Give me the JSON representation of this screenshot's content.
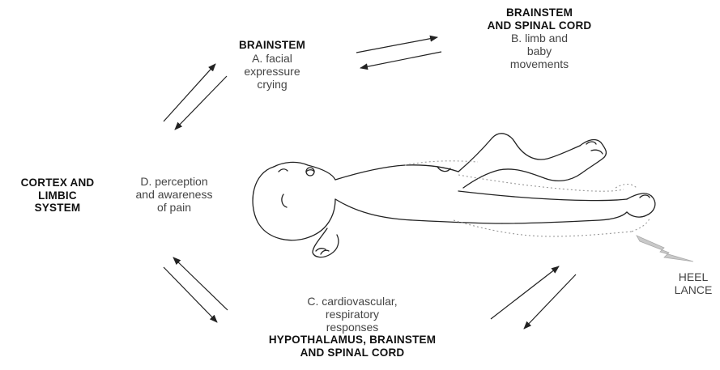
{
  "diagram": {
    "brainstem": {
      "heading": "BRAINSTEM",
      "lines": [
        "A. facial",
        "expressure",
        "crying"
      ]
    },
    "brainstem_spinal": {
      "heading_lines": [
        "BRAINSTEM",
        "AND SPINAL CORD"
      ],
      "lines": [
        "B. limb and",
        "baby",
        "movements"
      ]
    },
    "cortex": {
      "heading_lines": [
        "CORTEX AND",
        "LIMBIC",
        "SYSTEM"
      ],
      "lines": [
        "D. perception",
        "and awareness",
        "of pain"
      ]
    },
    "hypothalamus": {
      "lines": [
        "C. cardiovascular,",
        "respiratory",
        "responses"
      ],
      "heading_lines": [
        "HYPOTHALAMUS, BRAINSTEM",
        "AND SPINAL CORD"
      ]
    },
    "stimulus": {
      "lines": [
        "HEEL",
        "LANCE"
      ]
    }
  },
  "colors": {
    "ink": "#222222",
    "lightning": "#c9c9c9",
    "dotted": "#999999"
  }
}
